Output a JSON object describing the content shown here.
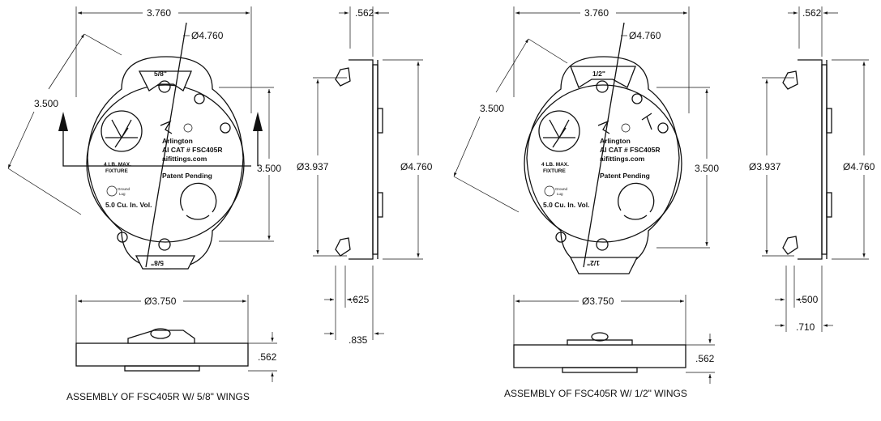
{
  "assemblies": [
    {
      "caption": "ASSEMBLY OF FSC405R W/ 5/8\" WINGS",
      "wing": "5/8\"",
      "wing_rot": "5/8\"",
      "brand": "Arlington",
      "cat": "AI CAT # FSC405R",
      "web": "aifittings.com",
      "patent": "Patent Pending",
      "fixture_1": "4 LB. MAX.",
      "fixture_2": "FIXTURE",
      "ground_1": "Ground",
      "ground_2": "Lug",
      "volume": "5.0  Cu. In. Vol.",
      "dims": {
        "width": "3.760",
        "outer_dia": "Ø4.760",
        "diag": "3.500",
        "mount": "3.500",
        "bottom_dia": "Ø3.750",
        "height": ".562",
        "side_top": ".562",
        "side_left": "Ø3.937",
        "side_right": "Ø4.760",
        "side_a": ".625",
        "side_b": ".835"
      }
    },
    {
      "caption": "ASSEMBLY OF FSC405R W/ 1/2\" WINGS",
      "wing": "1/2\"",
      "wing_rot": "1/2\"",
      "brand": "Arlington",
      "cat": "AI CAT # FSC405R",
      "web": "aifittings.com",
      "patent": "Patent Pending",
      "fixture_1": "4 LB. MAX.",
      "fixture_2": "FIXTURE",
      "ground_1": "Ground",
      "ground_2": "Lug",
      "volume": "5.0  Cu. In. Vol.",
      "dims": {
        "width": "3.760",
        "outer_dia": "Ø4.760",
        "diag": "3.500",
        "mount": "3.500",
        "bottom_dia": "Ø3.750",
        "height": ".562",
        "side_top": ".562",
        "side_left": "Ø3.937",
        "side_right": "Ø4.760",
        "side_a": ".500",
        "side_b": ".710"
      }
    }
  ]
}
